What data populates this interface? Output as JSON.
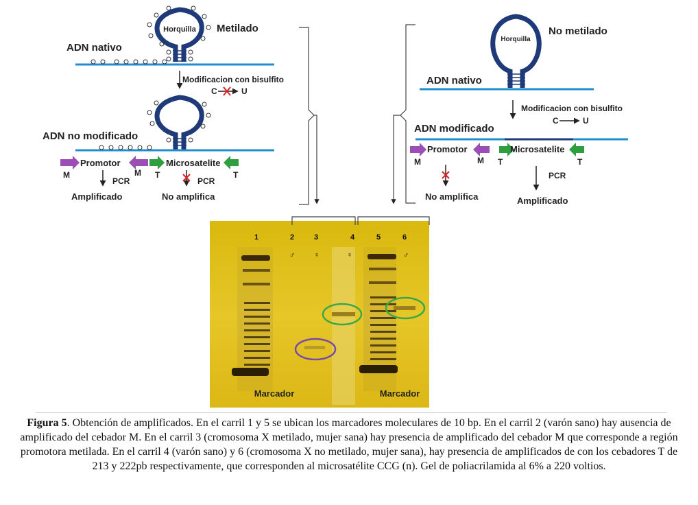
{
  "diagram": {
    "left": {
      "hairpin_label": "Horquilla",
      "state_label": "Metilado",
      "native_label": "ADN nativo",
      "conversion_label": "Modificacion con bisulfito",
      "conversion_c": "C",
      "conversion_u": "U",
      "unmodified_label": "ADN no modificado",
      "promoter_label": "Promotor",
      "microsat_label": "Microsatelite",
      "primer_m": "M",
      "primer_t": "T",
      "pcr_label": "PCR",
      "amplified_label": "Amplificado",
      "not_amplified_label": "No amplifica"
    },
    "right": {
      "hairpin_label": "Horquilla",
      "state_label": "No metilado",
      "native_label": "ADN nativo",
      "conversion_label": "Modificacion con bisulfito",
      "conversion_c": "C",
      "conversion_u": "U",
      "modified_label": "ADN modificado",
      "promoter_label": "Promotor",
      "microsat_label": "Microsatelite",
      "primer_m": "M",
      "primer_t": "T",
      "pcr_label": "PCR",
      "not_amplified_label": "No amplifica",
      "amplified_label": "Amplificado"
    },
    "colors": {
      "dna_strand": "#1f8ed0",
      "hairpin": "#1f3a78",
      "promoter_arrow": "#9b4fb5",
      "microsat_arrow": "#2e9e3e",
      "block_x": "#e02020",
      "gel_bg": "#e3c21b",
      "ring_green": "#3aa84a",
      "ring_purple": "#7a4aa8"
    }
  },
  "gel": {
    "lanes": [
      {
        "number": "1",
        "sex": ""
      },
      {
        "number": "2",
        "sex": "♂"
      },
      {
        "number": "3",
        "sex": "♀"
      },
      {
        "number": "4",
        "sex": "♀"
      },
      {
        "number": "5",
        "sex": ""
      },
      {
        "number": "6",
        "sex": "♂"
      }
    ],
    "marker_label_left": "Marcador",
    "marker_label_right": "Marcador"
  },
  "caption": {
    "label": "Figura 5",
    "text": ". Obtención de amplificados. En el carril 1 y 5 se ubican los marcadores moleculares de 10 bp. En el carril 2 (varón sano) hay ausencia de amplificado del cebador M. En el carril 3 (cromosoma X metilado, mujer sana) hay presencia de amplificado del cebador M que corresponde a región promotora metilada. En el carril 4 (varón sano) y 6 (cromosoma X no metilado, mujer sana), hay presencia de amplificados de  con los cebadores T de 213 y 222pb respectivamente, que corresponden al microsatélite CCG (n).  Gel de  poliacrilamida al  6% a 220 voltios."
  }
}
